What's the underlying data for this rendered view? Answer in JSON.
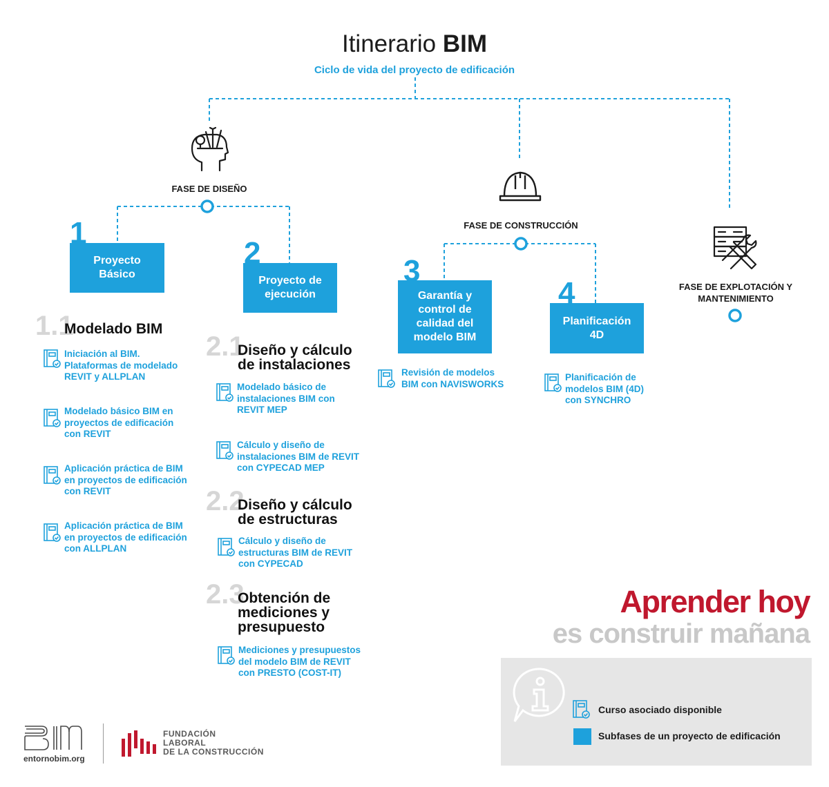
{
  "title": {
    "regular": "Itinerario ",
    "bold": "BIM"
  },
  "subtitle": "Ciclo de vida del proyecto de edificación",
  "phases": {
    "design": "FASE DE DISEÑO",
    "construction": "FASE DE CONSTRUCCIÓN",
    "operation": "FASE DE EXPLOTACIÓN Y MANTENIMIENTO"
  },
  "subphases": [
    {
      "number": "1",
      "label": "Proyecto Básico"
    },
    {
      "number": "2",
      "label": "Proyecto de ejecución"
    },
    {
      "number": "3",
      "label": "Garantía y control de calidad del modelo BIM"
    },
    {
      "number": "4",
      "label": "Planificación 4D"
    }
  ],
  "sections": {
    "s11": {
      "number": "1.1",
      "heading": "Modelado BIM"
    },
    "s21": {
      "number": "2.1",
      "heading": "Diseño y cálculo de instalaciones"
    },
    "s22": {
      "number": "2.2",
      "heading": "Diseño y cálculo de estructuras"
    },
    "s23": {
      "number": "2.3",
      "heading": "Obtención de mediciones y presupuesto"
    }
  },
  "courses": {
    "c1": "Iniciación al BIM. Plataformas de modelado REVIT y ALLPLAN",
    "c2": "Modelado básico BIM en proyectos de edificación con REVIT",
    "c3": "Aplicación práctica de BIM en proyectos de edificación con REVIT",
    "c4": "Aplicación práctica de BIM en proyectos de edificación con ALLPLAN",
    "c5": "Modelado básico de instalaciones BIM con REVIT MEP",
    "c6": "Cálculo y diseño de instalaciones BIM de REVIT con CYPECAD MEP",
    "c7": "Cálculo y diseño de estructuras BIM de REVIT con CYPECAD",
    "c8": "Mediciones y presupuestos del modelo BIM de REVIT con PRESTO (COST-IT)",
    "c9": "Revisión de modelos BIM con NAVISWORKS",
    "c10": "Planificación de modelos BIM (4D) con SYNCHRO"
  },
  "slogan": {
    "line1": "Aprender hoy",
    "line2": "es construir mañana"
  },
  "legend": {
    "course_available": "Curso asociado disponible",
    "subphases": "Subfases de un proyecto de edificación"
  },
  "footer": {
    "bim_logo_text": "BIM",
    "site": "entornobim.org",
    "fundacion": [
      "FUNDACIÓN",
      "LABORAL",
      "DE LA CONSTRUCCIÓN"
    ]
  },
  "colors": {
    "accent": "#1ea1dc",
    "brand_red": "#c0182e",
    "muted_grey": "#c8c8c8",
    "legend_bg": "#e6e6e6"
  },
  "icons": [
    "head-ideas-icon",
    "hard-hat-icon",
    "server-tools-icon",
    "course-book-icon",
    "info-icon"
  ]
}
